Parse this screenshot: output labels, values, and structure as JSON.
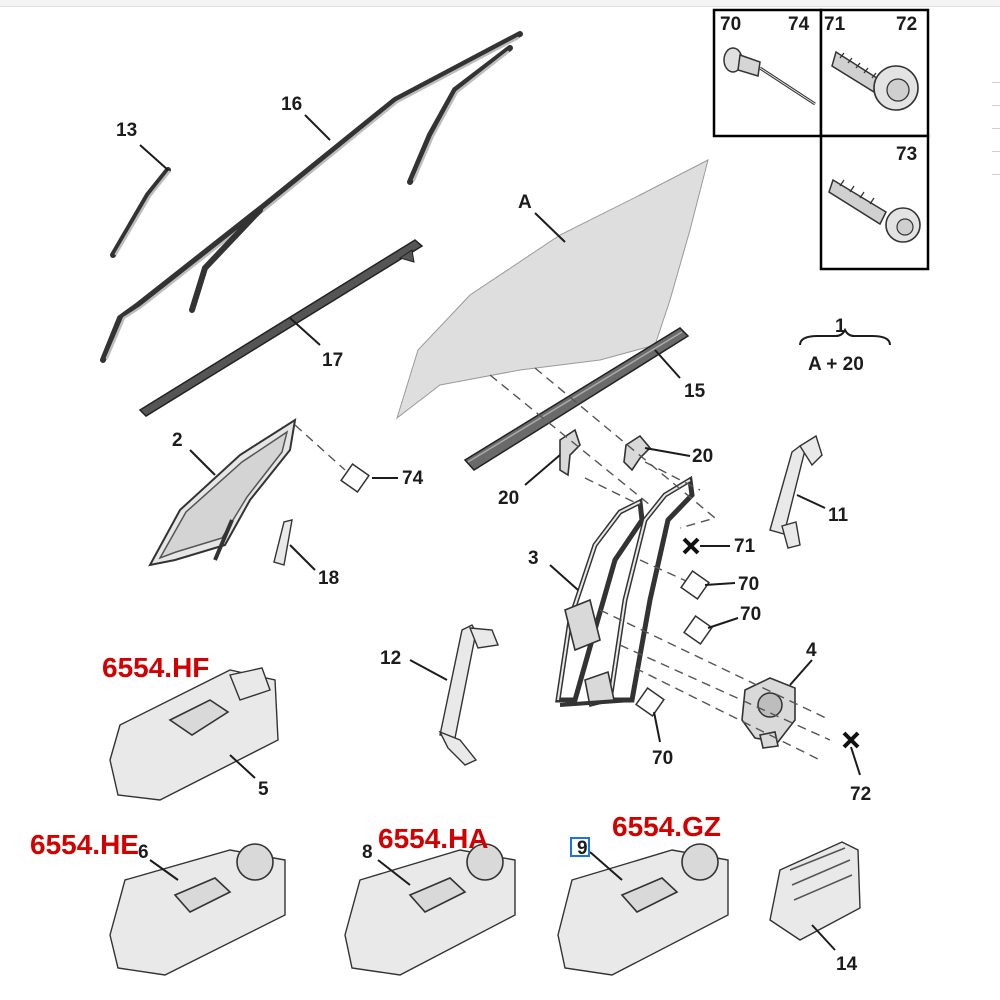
{
  "callouts": {
    "c1": "1",
    "formula": "A + 20",
    "c2": "2",
    "c3": "3",
    "c4": "4",
    "c5": "5",
    "c6": "6",
    "c8": "8",
    "c9": "9",
    "c11": "11",
    "c12": "12",
    "c13": "13",
    "c14": "14",
    "c15": "15",
    "c16": "16",
    "c17": "17",
    "c18": "18",
    "c20a": "20",
    "c20b": "20",
    "cA": "A",
    "c70a": "70",
    "c70b": "70",
    "c70c": "70",
    "c71": "71",
    "c72": "72",
    "c74": "74"
  },
  "fastener_table": {
    "r1_left": "70",
    "r1_left_b": "74",
    "r1_mid": "71",
    "r1_right": "72",
    "r2": "73"
  },
  "part_codes": {
    "hf": "6554.HF",
    "he": "6554.HE",
    "ha": "6554.HA",
    "gz": "6554.GZ"
  },
  "colors": {
    "code_red": "#d40000",
    "selection_blue": "#1a73e8"
  }
}
